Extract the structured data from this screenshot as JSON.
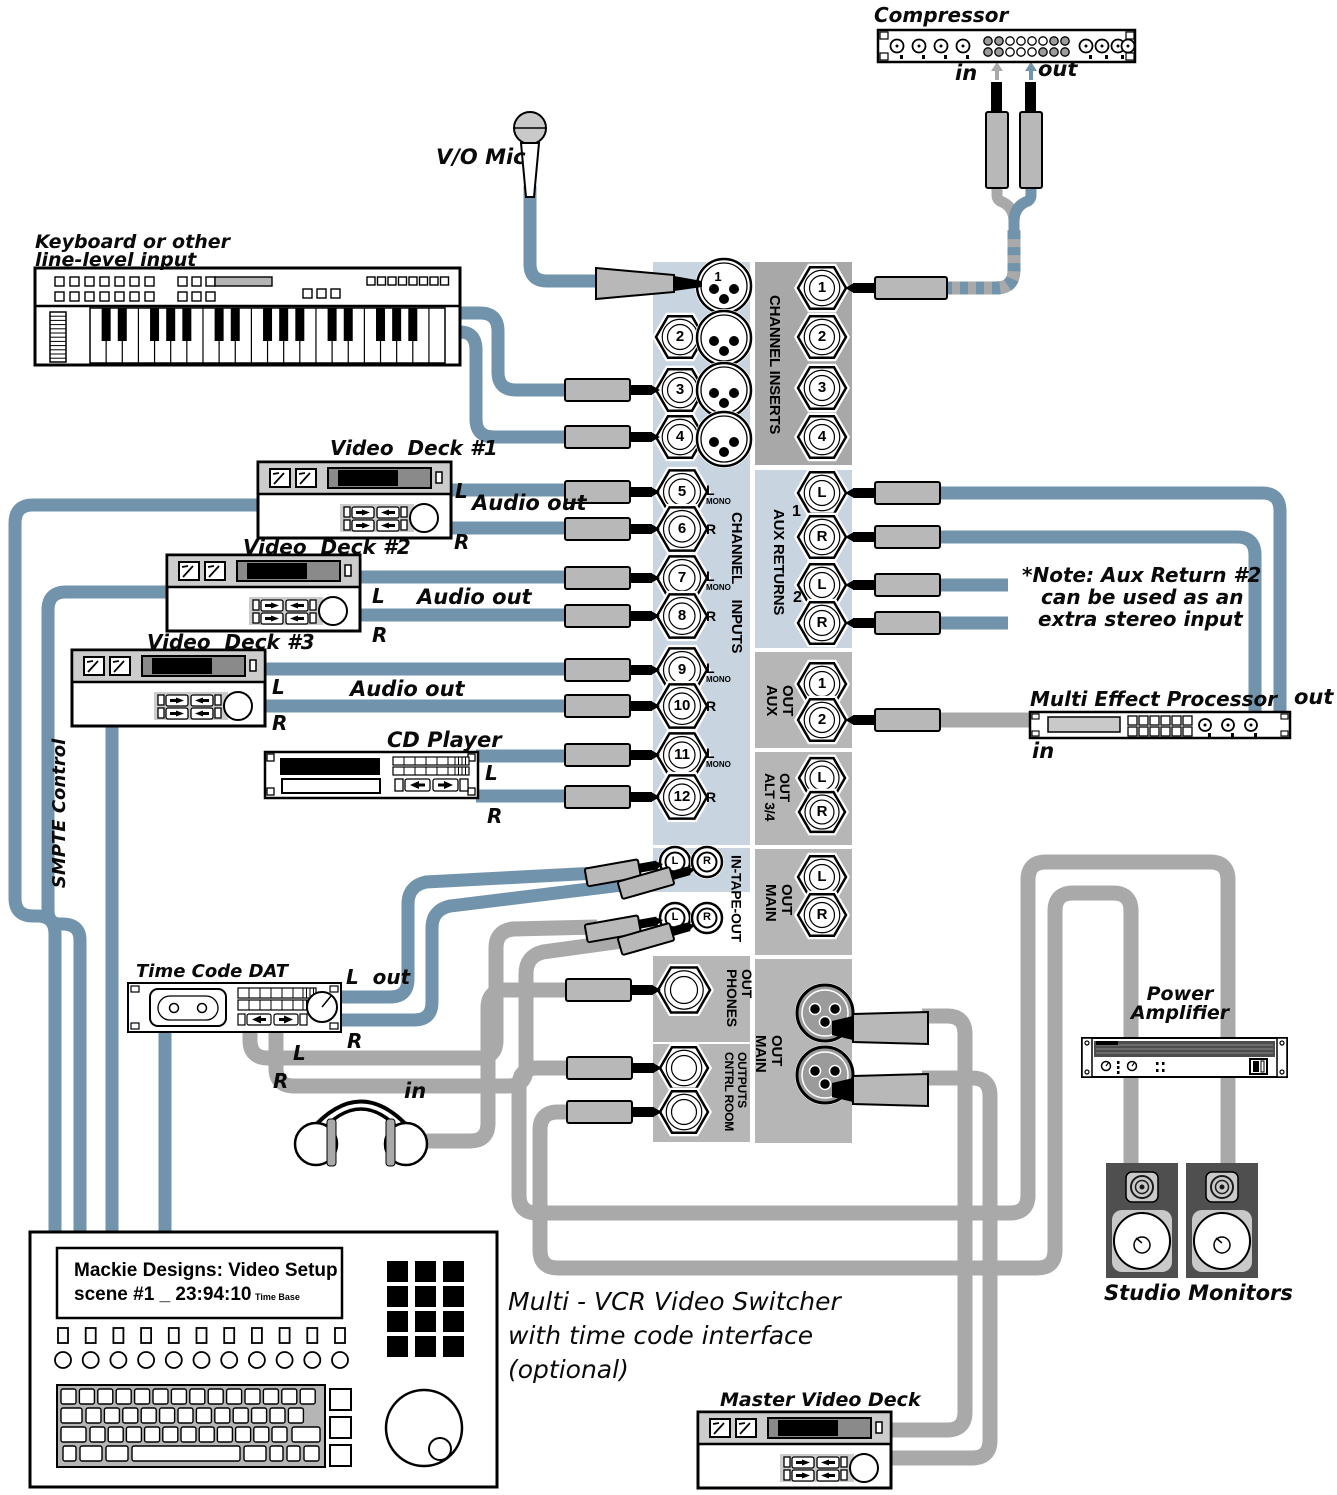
{
  "title_labels": {
    "compressor": "Compressor",
    "vo_mic": "V/O Mic",
    "keyboard_line1": "Keyboard or other",
    "keyboard_line2": "line-level input",
    "video_deck_1": "Video  Deck #1",
    "video_deck_2": "Video  Deck #2",
    "video_deck_3": "Video  Deck #3",
    "cd_player": "CD Player",
    "time_code_dat": "Time Code DAT",
    "smpte_control": "SMPTE Control",
    "multi_effect_processor": "Multi Effect Processor",
    "power_amplifier_line1": "Power",
    "power_amplifier_line2": "Amplifier",
    "studio_monitors": "Studio Monitors",
    "master_video_deck": "Master Video Deck",
    "switcher_line1": "Multi - VCR Video Switcher",
    "switcher_line2": "with time code interface",
    "switcher_line3": "(optional)"
  },
  "display": {
    "line1": "Mackie Designs:  Video Setup",
    "line2": "scene #1  _  23:94:10",
    "timebase": "Time Base"
  },
  "note": {
    "line1": "*Note: Aux Return #2",
    "line2": "can be used as an",
    "line3": "extra stereo input"
  },
  "cable_labels": {
    "audio_out": "Audio out",
    "l": "L",
    "r": "R",
    "in": "in",
    "out": "out",
    "l_out": "L  out",
    "mono": "MONO"
  },
  "sections": {
    "channel_inserts": "CHANNEL INSERTS",
    "channel_inputs": "CHANNEL    INPUTS",
    "aux_returns": "AUX RETURNS",
    "aux_return_1": "1",
    "aux_return_2": "2",
    "aux_out": "AUX\nOUT",
    "alt_34_out": "ALT 3/4\nOUT",
    "in_tape_out": "IN-TAPE-OUT",
    "main_out": "MAIN\nOUT",
    "phones_out": "PHONES\nOUT",
    "cntrl_room": "CNTRL ROOM\nOUTPUTS",
    "main_out_xlr": "MAIN\nOUT"
  },
  "jack_labels": {
    "inputs": [
      "1",
      "2",
      "3",
      "4",
      "5",
      "6",
      "7",
      "8",
      "9",
      "10",
      "11",
      "12"
    ],
    "inserts": [
      "1",
      "2",
      "3",
      "4"
    ],
    "aux_returns": [
      "L",
      "R",
      "L",
      "R"
    ],
    "aux_outs": [
      "1",
      "2"
    ],
    "alt34": [
      "L",
      "R"
    ],
    "main_out": [
      "L",
      "R"
    ],
    "tape_in": [
      "L",
      "R"
    ],
    "tape_out": [
      "L",
      "R"
    ]
  },
  "colors": {
    "cable_blue": "#7293ac",
    "cable_gray": "#a9a9a9",
    "panel_blue": "#c8d5e0",
    "panel_gray": "#b6b6b6",
    "insert_gray": "#a8a8a8",
    "plug_gray": "#b8b8b8"
  }
}
